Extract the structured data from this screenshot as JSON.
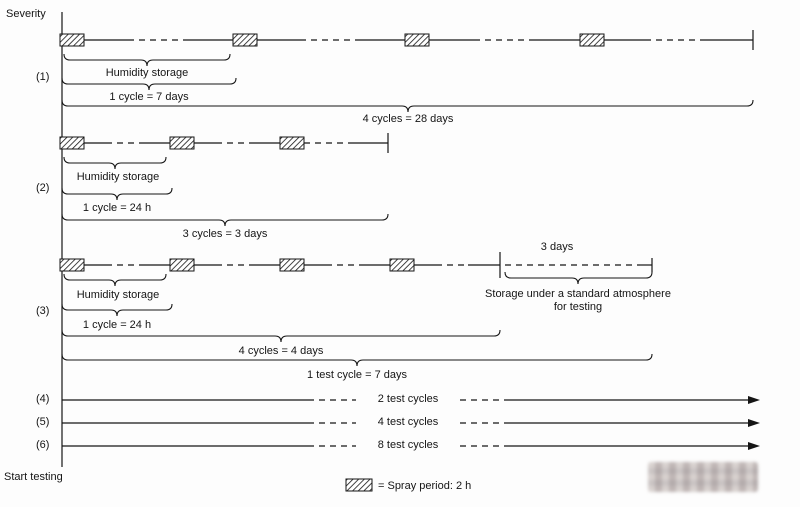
{
  "diagram": {
    "axis_label": "Severity",
    "start_label": "Start testing",
    "legend": {
      "swatch_icon": "spray-hatch-swatch",
      "label": "= Spray period: 2 h"
    },
    "severities": [
      {
        "id": "(1)",
        "humidity_label": "Humidity storage",
        "cycle_label": "1 cycle = 7 days",
        "total_label": "4 cycles = 28 days"
      },
      {
        "id": "(2)",
        "humidity_label": "Humidity storage",
        "cycle_label": "1 cycle = 24 h",
        "total_label": "3 cycles = 3 days"
      },
      {
        "id": "(3)",
        "humidity_label": "Humidity storage",
        "cycle_label": "1 cycle = 24 h",
        "total_label": "4 cycles = 4 days",
        "test_cycle_label": "1 test cycle = 7 days",
        "standard_days_label": "3 days",
        "storage_line1": "Storage under a standard atmosphere",
        "storage_line2": "for testing"
      },
      {
        "id": "(4)",
        "label": "2 test cycles"
      },
      {
        "id": "(5)",
        "label": "4 test cycles"
      },
      {
        "id": "(6)",
        "label": "8 test cycles"
      }
    ]
  }
}
